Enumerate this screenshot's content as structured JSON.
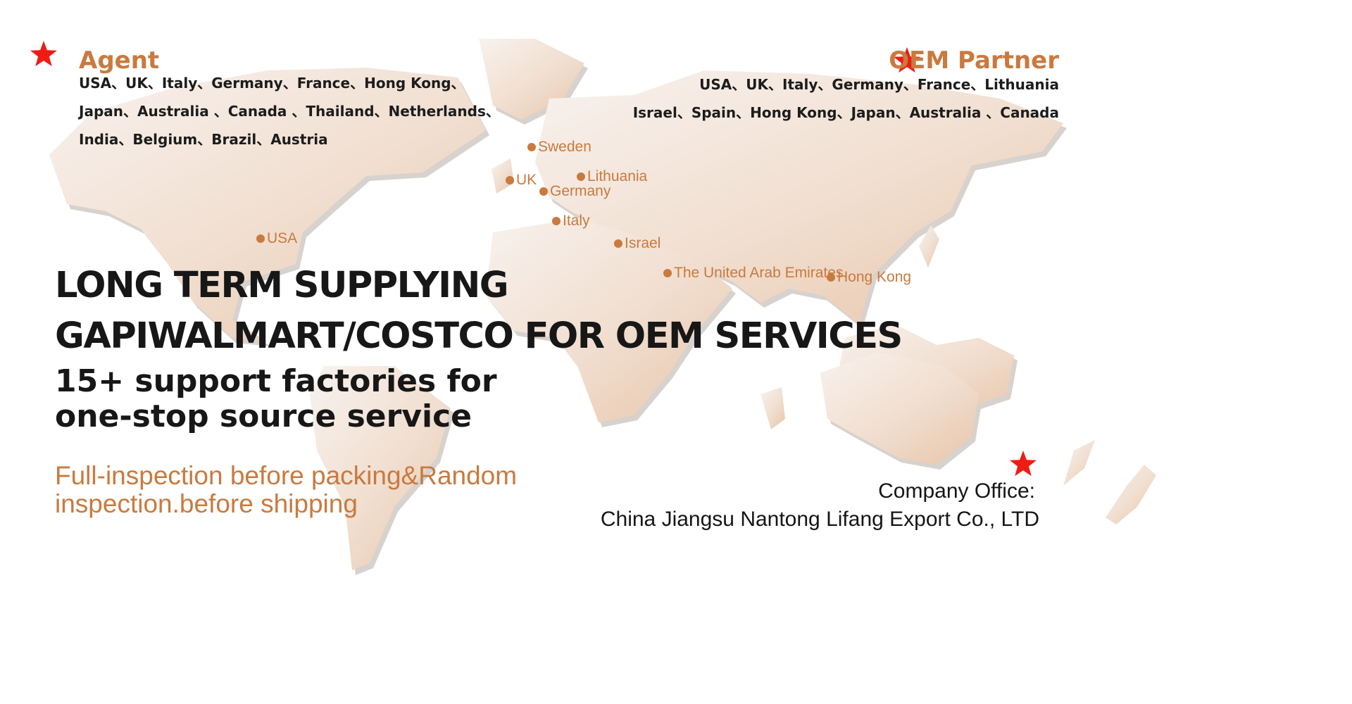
{
  "agent": {
    "title": "Agent",
    "lines": [
      "USA、UK、Italy、Germany、France、Hong Kong、",
      "Japan、Australia 、Canada 、Thailand、Netherlands、",
      "India、Belgium、Brazil、Austria"
    ]
  },
  "oem": {
    "title": "OEM Partner",
    "lines": [
      "USA、UK、Italy、Germany、France、Lithuania",
      "Israel、Spain、Hong Kong、Japan、Australia 、Canada"
    ]
  },
  "markers": [
    "Sweden",
    "UK",
    "Lithuania",
    "Germany",
    "Italy",
    "USA",
    "Israel",
    "The United Arab Emirates",
    "Hong Kong"
  ],
  "headline": {
    "line1": "LONG TERM SUPPLYING",
    "line2": "GAPIWALMART/COSTCO FOR OEM SERVICES"
  },
  "subheadline": {
    "line1": "15+ support factories for",
    "line2": "one-stop source service"
  },
  "inspection": {
    "line1": "Full-inspection before packing&Random",
    "line2": "inspection.before shipping"
  },
  "office": {
    "label": "Company Office:",
    "name": "China Jiangsu Nantong Lifang Export Co., LTD"
  },
  "colors": {
    "accent": "#c97a3f",
    "star": "#ef1c14",
    "land_light": "#f7efe9",
    "land_dark": "#ead0bb",
    "text": "#171717"
  },
  "icons": {
    "agent": "star-icon",
    "oem": "star-icon",
    "office": "star-icon",
    "marker": "location-dot-icon"
  }
}
